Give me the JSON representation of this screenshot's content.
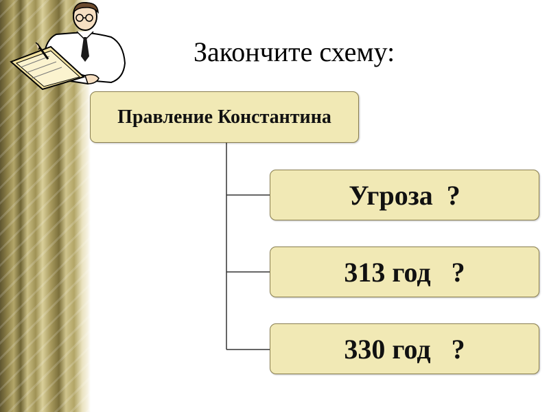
{
  "title": "Закончите схему:",
  "diagram": {
    "root": "Правление Константина",
    "branches": [
      {
        "text": "Угроза  ?"
      },
      {
        "text": "313 год   ?"
      },
      {
        "text": "330 год   ?"
      }
    ]
  },
  "colors": {
    "box_fill": "#f1e9b5",
    "box_border": "#8a7f4f",
    "connector": "#333333",
    "band_gold": "#b3a66a"
  },
  "icons": [
    "teacher-writing-icon"
  ]
}
